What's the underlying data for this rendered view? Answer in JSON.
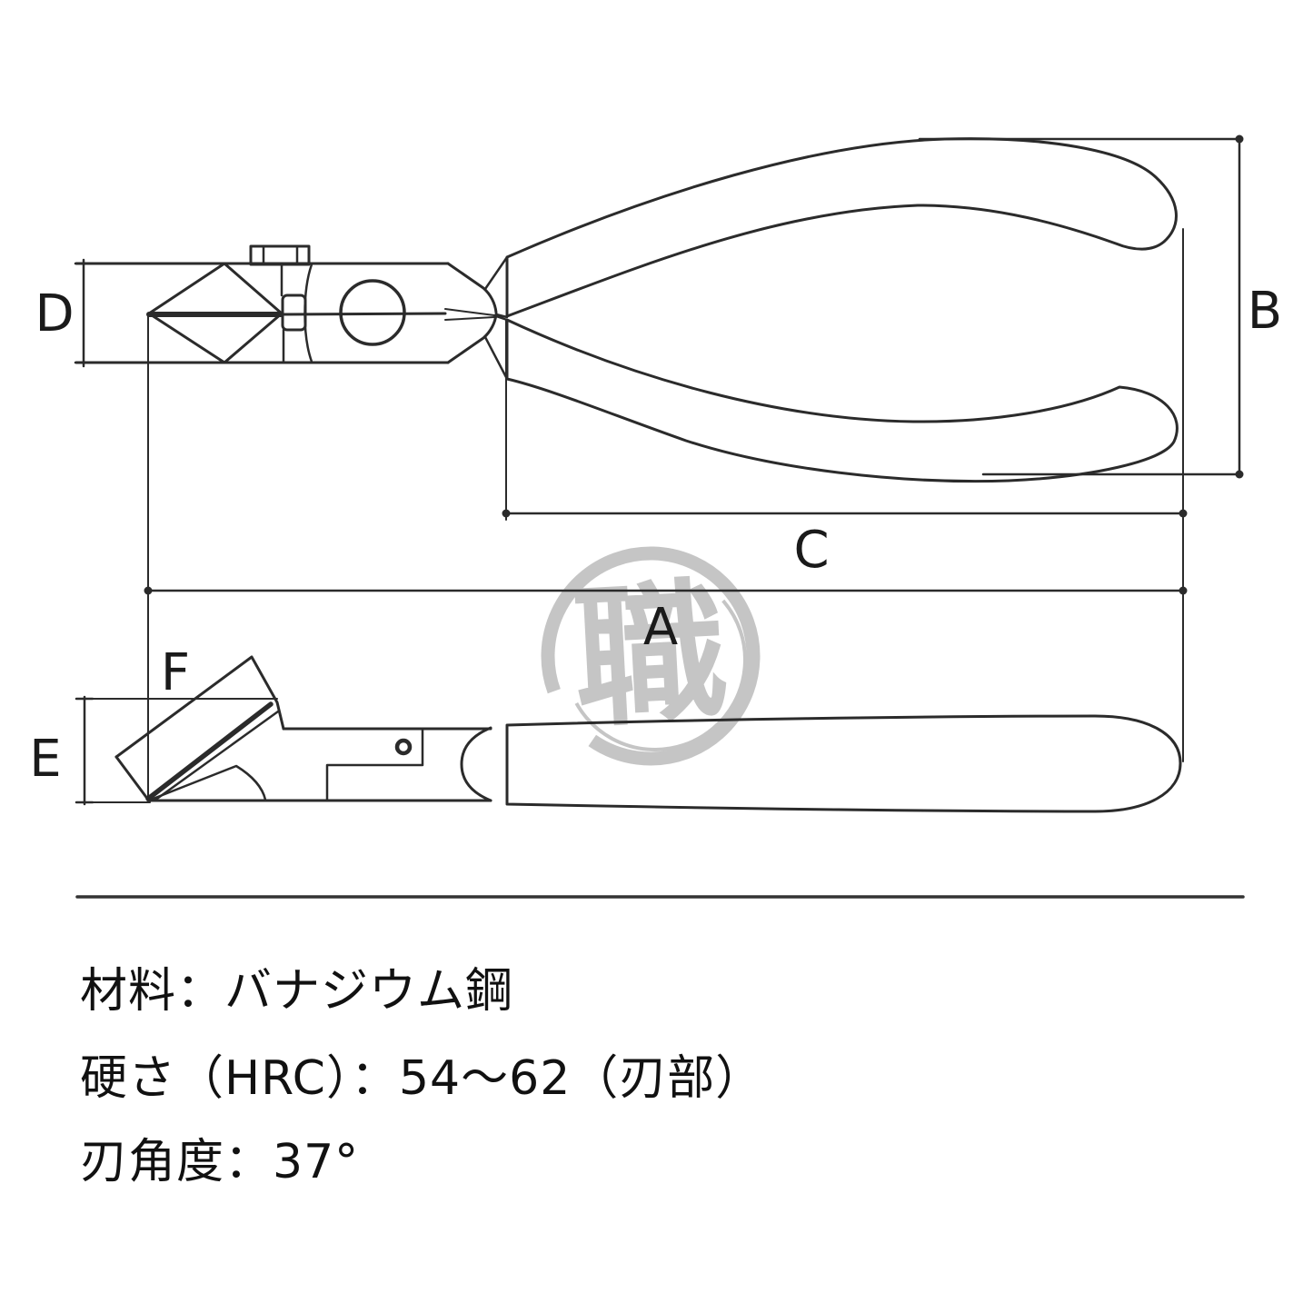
{
  "diagram": {
    "labels": {
      "A": "A",
      "B": "B",
      "C": "C",
      "D": "D",
      "E": "E",
      "F": "F"
    },
    "watermark": "職",
    "specs": {
      "material": "材料：バナジウム鋼",
      "hardness": "硬さ（HRC）：54～62（刃部）",
      "blade_angle": "刃角度：37°"
    },
    "colors": {
      "line": "#2b2b2b",
      "label_text": "#1a1a1a",
      "watermark_gray": "#a3a3a3",
      "separator": "#333333"
    }
  }
}
